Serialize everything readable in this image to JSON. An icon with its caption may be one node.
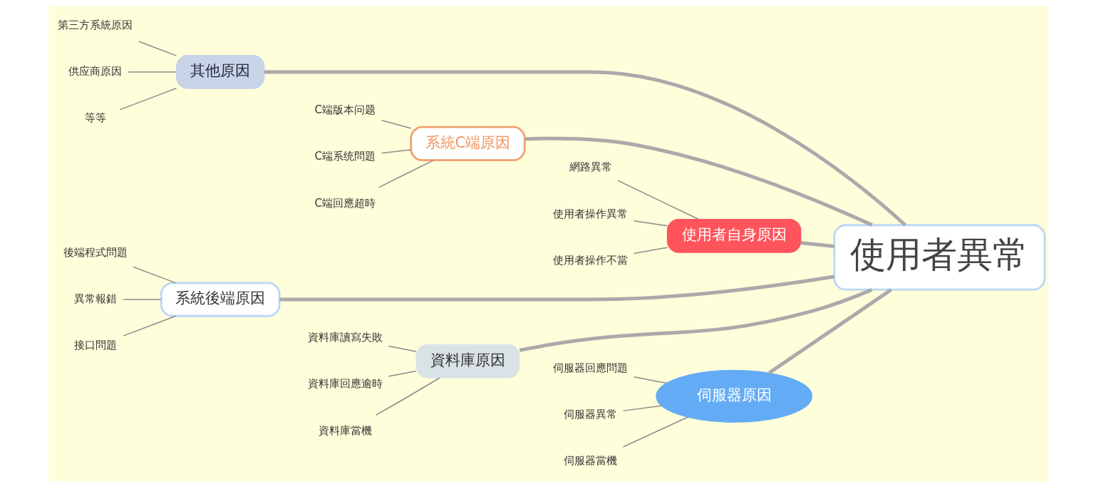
{
  "diagram": {
    "nodes": [
      {
        "text": [
          "其他原因"
        ]
      },
      {
        "text": [
          "第三方系統原因"
        ]
      },
      {
        "text": [
          "供应商原因"
        ]
      },
      {
        "text": [
          "等等"
        ]
      },
      {
        "text": [
          "系統C端原因"
        ]
      },
      {
        "text": [
          "C端版本问题"
        ]
      },
      {
        "text": [
          "C端系统問題"
        ]
      },
      {
        "text": [
          "C端回應超時"
        ]
      },
      {
        "text": [
          "使用者自身原因"
        ]
      },
      {
        "text": [
          "網路異常"
        ]
      },
      {
        "text": [
          "使用者操作異常"
        ]
      },
      {
        "text": [
          "使用者操作不當"
        ]
      },
      {
        "text": [
          "使用者異常"
        ]
      },
      {
        "text": [
          "後端程式問題"
        ]
      },
      {
        "text": [
          "異常報錯"
        ]
      },
      {
        "text": [
          "接口問題"
        ]
      },
      {
        "text": [
          "系統後端原因"
        ]
      },
      {
        "text": [
          "資料庫讀寫失敗"
        ]
      },
      {
        "text": [
          "資料庫回應逾時"
        ]
      },
      {
        "text": [
          "資料庫當機"
        ]
      },
      {
        "text": [
          "資料庫原因"
        ]
      },
      {
        "text": [
          "伺服器回應問題"
        ]
      },
      {
        "text": [
          "伺服器異常"
        ]
      },
      {
        "text": [
          "伺服器當機"
        ]
      },
      {
        "text": [
          "伺服器原因"
        ]
      }
    ],
    "edges": [
      {
        "from": 0,
        "to": 12,
        "arrow": "none",
        "style": "thick",
        "color": "#aaaaaa"
      },
      {
        "from": 1,
        "to": 0,
        "arrow": "none"
      },
      {
        "from": 2,
        "to": 0,
        "arrow": "none"
      },
      {
        "from": 3,
        "to": 0,
        "arrow": "none"
      },
      {
        "from": 4,
        "to": 12,
        "arrow": "none",
        "style": "thick",
        "color": "#aaaaaa"
      },
      {
        "from": 5,
        "to": 4,
        "arrow": "none"
      },
      {
        "from": 6,
        "to": 4,
        "arrow": "none"
      },
      {
        "from": 7,
        "to": 4,
        "arrow": "none"
      },
      {
        "from": 8,
        "to": 12,
        "arrow": "none",
        "style": "thick",
        "color": "#aaaaaa"
      },
      {
        "from": 9,
        "to": 8,
        "arrow": "none"
      },
      {
        "from": 10,
        "to": 8,
        "arrow": "none"
      },
      {
        "from": 11,
        "to": 8,
        "arrow": "none"
      },
      {
        "from": 16,
        "to": 12,
        "arrow": "none",
        "style": "thick",
        "color": "#aaaaaa"
      },
      {
        "from": 13,
        "to": 16,
        "arrow": "none"
      },
      {
        "from": 14,
        "to": 16,
        "arrow": "none"
      },
      {
        "from": 15,
        "to": 16,
        "arrow": "none"
      },
      {
        "from": 20,
        "to": 12,
        "arrow": "none",
        "style": "thick",
        "color": "#aaaaaa"
      },
      {
        "from": 17,
        "to": 20,
        "arrow": "none"
      },
      {
        "from": 18,
        "to": 20,
        "arrow": "none"
      },
      {
        "from": 19,
        "to": 20,
        "arrow": "none"
      },
      {
        "from": 24,
        "to": 12,
        "arrow": "none",
        "style": "thick",
        "color": "#aaaaaa"
      },
      {
        "from": 21,
        "to": 24,
        "arrow": "none"
      },
      {
        "from": 22,
        "to": 24,
        "arrow": "none"
      },
      {
        "from": 23,
        "to": 24,
        "arrow": "none"
      }
    ]
  }
}
